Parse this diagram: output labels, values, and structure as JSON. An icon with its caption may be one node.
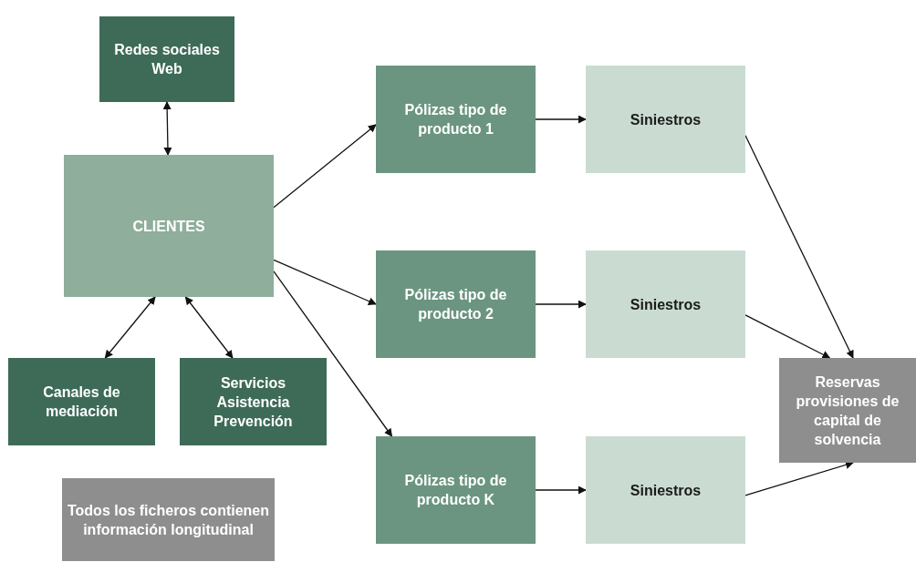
{
  "diagram": {
    "nodes": [
      {
        "text": [
          "Redes sociales Web"
        ]
      },
      {
        "text": [
          "CLIENTES"
        ]
      },
      {
        "text": [
          "Canales de mediación"
        ]
      },
      {
        "text": [
          "Servicios Asistencia Prevención"
        ]
      },
      {
        "text": [
          "Todos los ficheros contienen información longitudinal"
        ]
      },
      {
        "text": [
          "Pólizas tipo de producto 1"
        ]
      },
      {
        "text": [
          "Pólizas tipo de producto 2"
        ]
      },
      {
        "text": [
          "Pólizas tipo de producto K"
        ]
      },
      {
        "text": [
          "Siniestros"
        ]
      },
      {
        "text": [
          "Siniestros"
        ]
      },
      {
        "text": [
          "Siniestros"
        ]
      },
      {
        "text": [
          "Reservas provisiones de capital de solvencia"
        ]
      }
    ],
    "edges": [
      {
        "from": 0,
        "to": 1,
        "arrow": "both"
      },
      {
        "from": 1,
        "to": 2,
        "arrow": "both"
      },
      {
        "from": 1,
        "to": 3,
        "arrow": "both"
      },
      {
        "from": 1,
        "to": 5,
        "arrow": "to"
      },
      {
        "from": 1,
        "to": 6,
        "arrow": "to"
      },
      {
        "from": 1,
        "to": 7,
        "arrow": "to"
      },
      {
        "from": 5,
        "to": 8,
        "arrow": "to"
      },
      {
        "from": 6,
        "to": 9,
        "arrow": "to"
      },
      {
        "from": 7,
        "to": 10,
        "arrow": "to"
      },
      {
        "from": 8,
        "to": 11,
        "arrow": "to"
      },
      {
        "from": 9,
        "to": 11,
        "arrow": "to"
      },
      {
        "from": 10,
        "to": 11,
        "arrow": "to"
      }
    ]
  }
}
